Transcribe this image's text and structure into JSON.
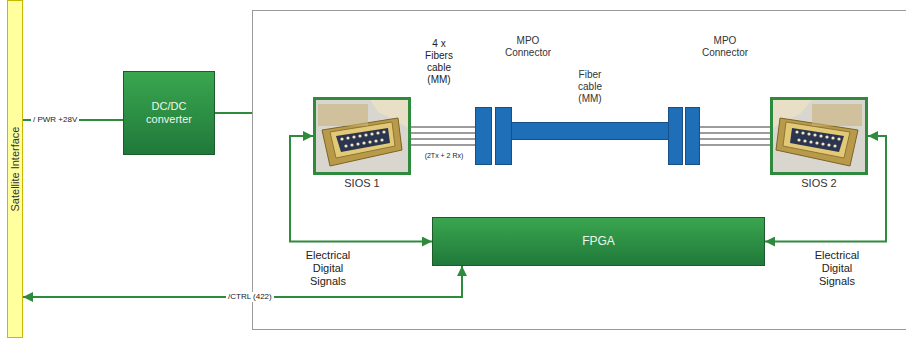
{
  "diagram": {
    "nodes": [
      {
        "text": [
          "Satellite Interface"
        ]
      },
      {
        "text": [
          "DC/DC converter"
        ]
      },
      {
        "text": [
          "SIOS 1"
        ]
      },
      {
        "text": [
          "MPO Connector"
        ]
      },
      {
        "text": [
          "Fiber cable (MM)"
        ]
      },
      {
        "text": [
          "MPO Connector"
        ]
      },
      {
        "text": [
          "SIOS 2"
        ]
      },
      {
        "text": [
          "FPGA"
        ]
      }
    ],
    "edges": [
      {
        "from": 0,
        "to": 1,
        "label": "/ PWR +28V",
        "arrow": "none"
      },
      {
        "from": 2,
        "to": 3,
        "arrow": "none"
      },
      {
        "from": 5,
        "to": 6,
        "arrow": "none"
      },
      {
        "from": 7,
        "to": 2,
        "label": "Electrical Digital Signals",
        "arrow": "both"
      },
      {
        "from": 7,
        "to": 6,
        "label": "Electrical Digital Signals",
        "arrow": "both"
      },
      {
        "from": 7,
        "to": 0,
        "label": "/CTRL (422)",
        "arrow": "both"
      }
    ],
    "labels": [
      "4 x Fibers cable (MM)",
      "(2Tx + 2 Rx)"
    ]
  }
}
